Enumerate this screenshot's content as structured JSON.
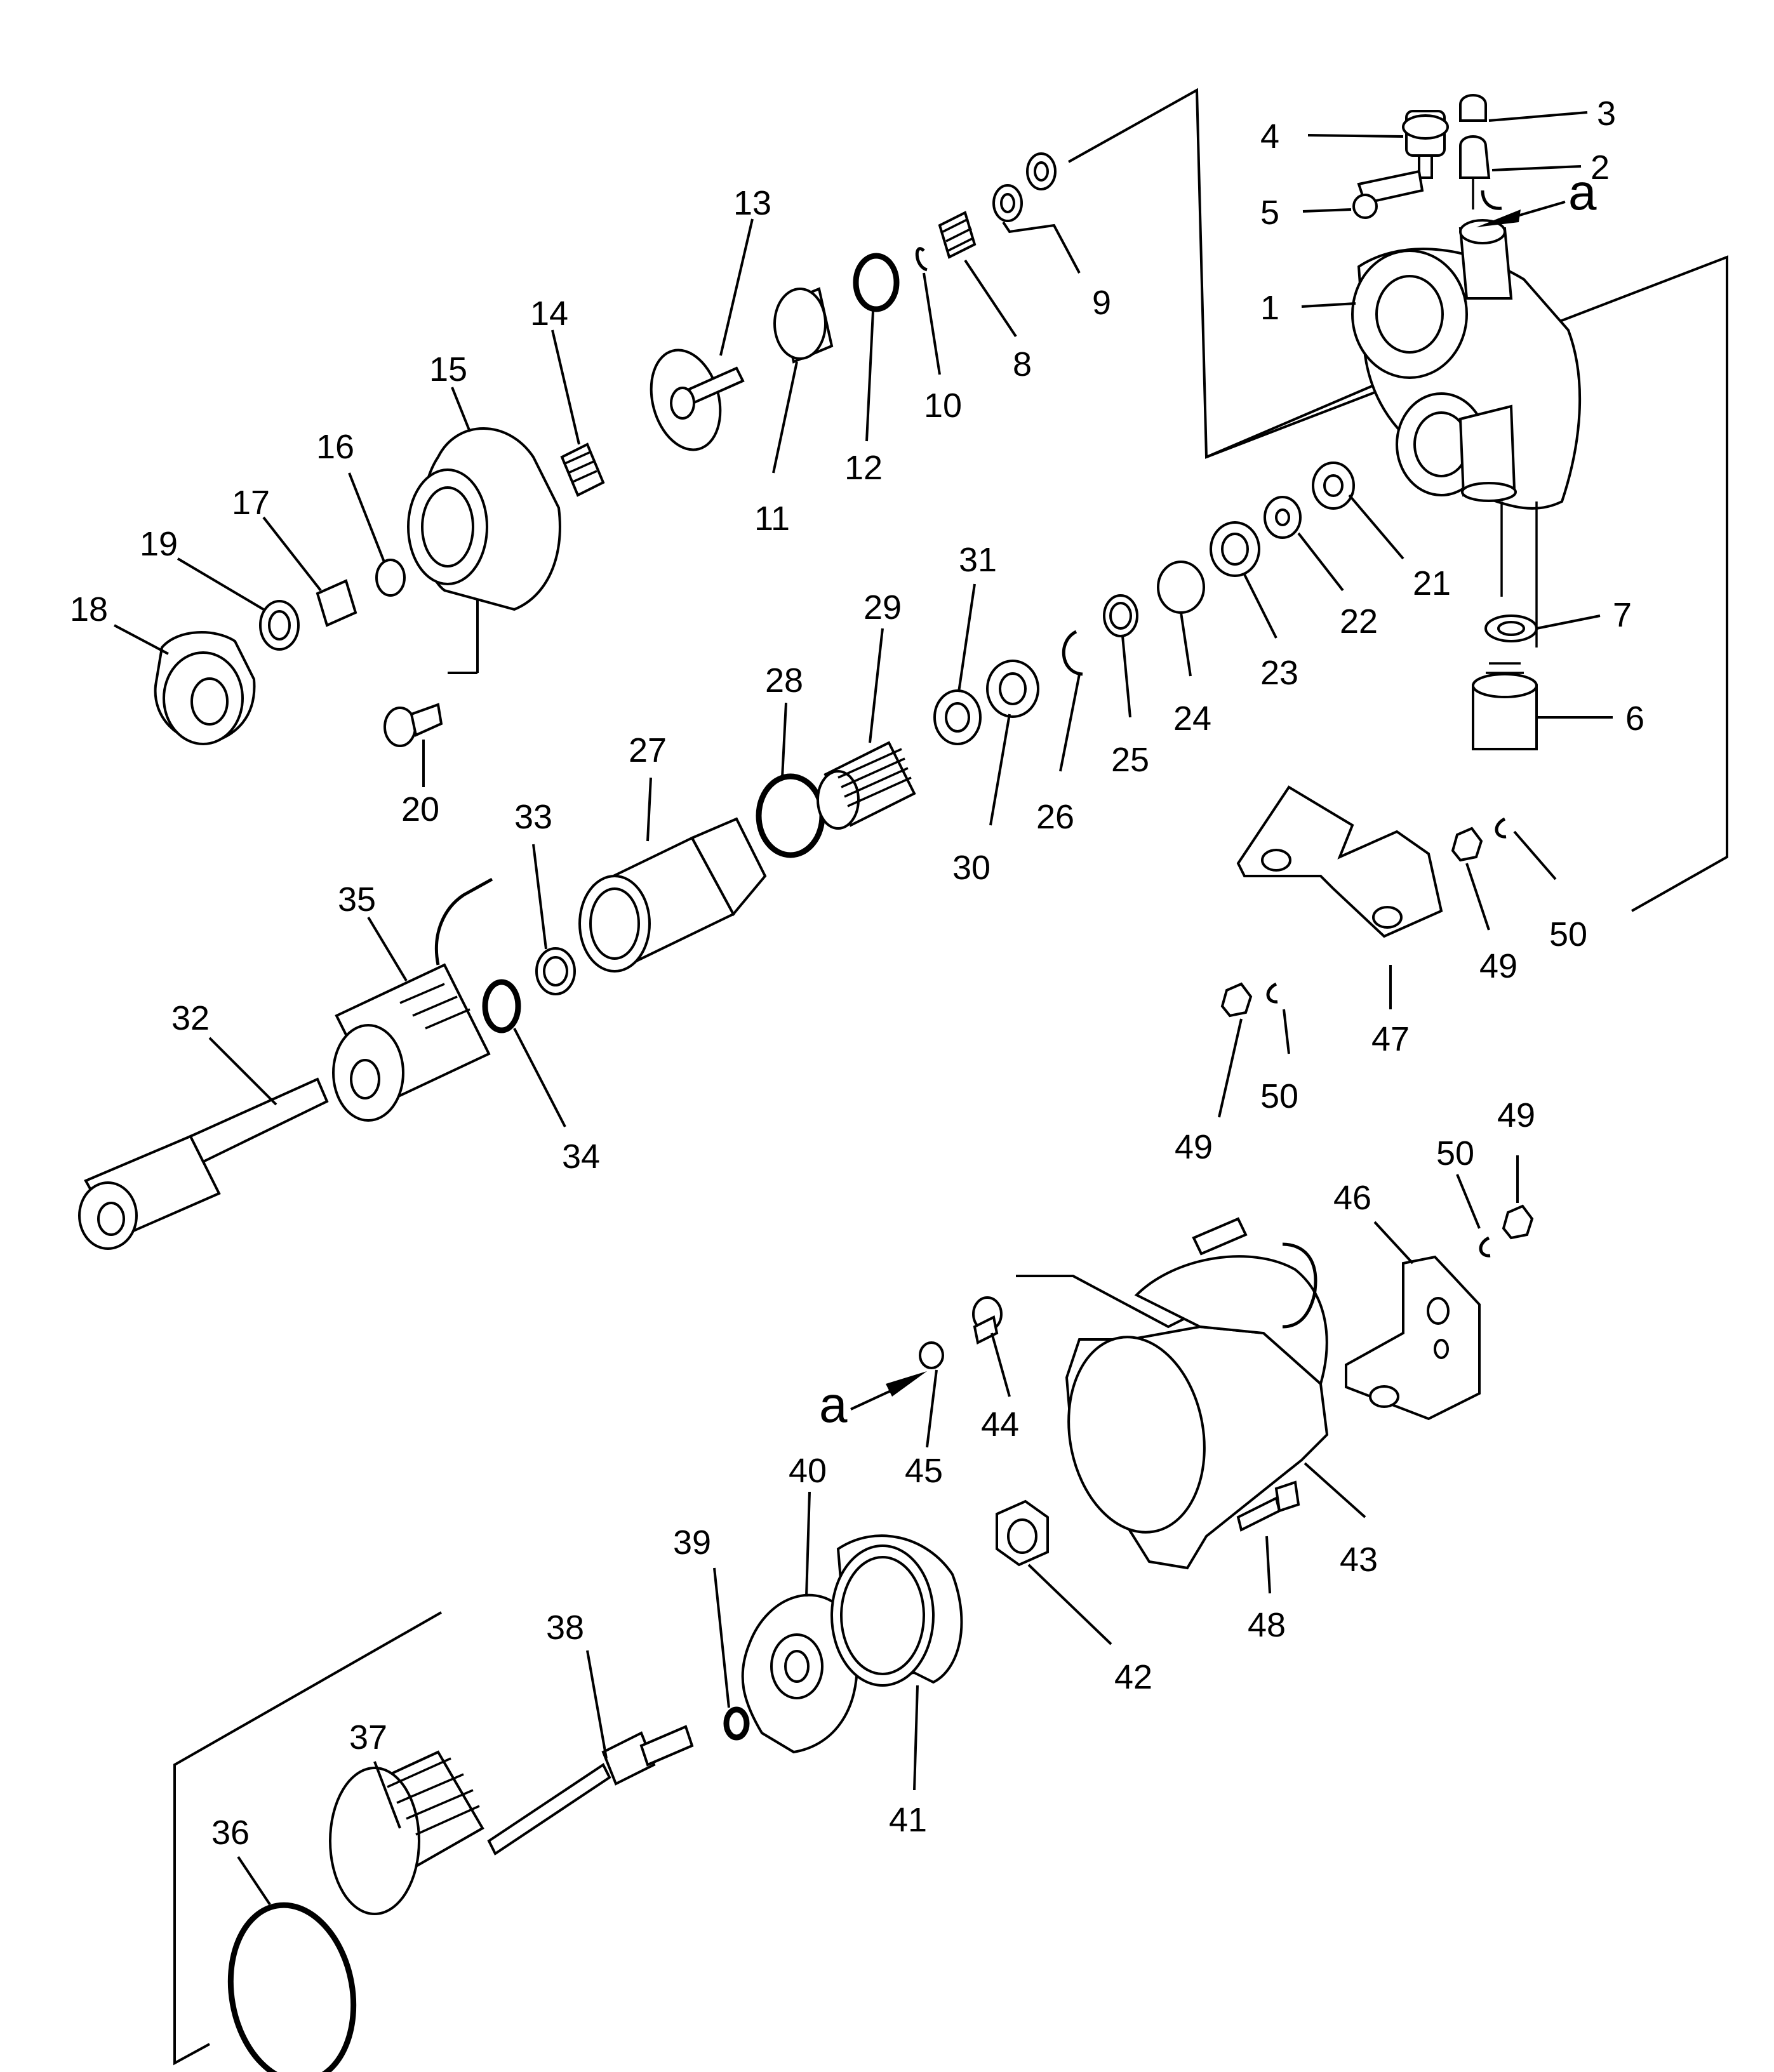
{
  "diagram": {
    "callouts": [
      {
        "n": "1",
        "label": "1"
      },
      {
        "n": "2",
        "label": "2"
      },
      {
        "n": "3",
        "label": "3"
      },
      {
        "n": "4",
        "label": "4"
      },
      {
        "n": "5",
        "label": "5"
      },
      {
        "n": "6",
        "label": "6"
      },
      {
        "n": "7",
        "label": "7"
      },
      {
        "n": "8",
        "label": "8"
      },
      {
        "n": "9",
        "label": "9"
      },
      {
        "n": "10",
        "label": "10"
      },
      {
        "n": "11",
        "label": "11"
      },
      {
        "n": "12",
        "label": "12"
      },
      {
        "n": "13",
        "label": "13"
      },
      {
        "n": "14",
        "label": "14"
      },
      {
        "n": "15",
        "label": "15"
      },
      {
        "n": "16",
        "label": "16"
      },
      {
        "n": "17",
        "label": "17"
      },
      {
        "n": "18",
        "label": "18"
      },
      {
        "n": "19",
        "label": "19"
      },
      {
        "n": "20",
        "label": "20"
      },
      {
        "n": "21",
        "label": "21"
      },
      {
        "n": "22",
        "label": "22"
      },
      {
        "n": "23",
        "label": "23"
      },
      {
        "n": "24",
        "label": "24"
      },
      {
        "n": "25",
        "label": "25"
      },
      {
        "n": "26",
        "label": "26"
      },
      {
        "n": "27",
        "label": "27"
      },
      {
        "n": "28",
        "label": "28"
      },
      {
        "n": "29",
        "label": "29"
      },
      {
        "n": "30",
        "label": "30"
      },
      {
        "n": "31",
        "label": "31"
      },
      {
        "n": "32",
        "label": "32"
      },
      {
        "n": "33",
        "label": "33"
      },
      {
        "n": "34",
        "label": "34"
      },
      {
        "n": "35",
        "label": "35"
      },
      {
        "n": "36",
        "label": "36"
      },
      {
        "n": "37",
        "label": "37"
      },
      {
        "n": "38",
        "label": "38"
      },
      {
        "n": "39",
        "label": "39"
      },
      {
        "n": "40",
        "label": "40"
      },
      {
        "n": "41",
        "label": "41"
      },
      {
        "n": "42",
        "label": "42"
      },
      {
        "n": "43",
        "label": "43"
      },
      {
        "n": "44",
        "label": "44"
      },
      {
        "n": "45",
        "label": "45"
      },
      {
        "n": "46",
        "label": "46"
      },
      {
        "n": "47",
        "label": "47"
      },
      {
        "n": "48",
        "label": "48"
      },
      {
        "n": "49a",
        "label": "49"
      },
      {
        "n": "49b",
        "label": "49"
      },
      {
        "n": "49c",
        "label": "49"
      },
      {
        "n": "50a",
        "label": "50"
      },
      {
        "n": "50b",
        "label": "50"
      },
      {
        "n": "50c",
        "label": "50"
      }
    ],
    "references": [
      {
        "id": "a-top",
        "label": "a"
      },
      {
        "id": "a-bottom",
        "label": "a"
      }
    ]
  }
}
